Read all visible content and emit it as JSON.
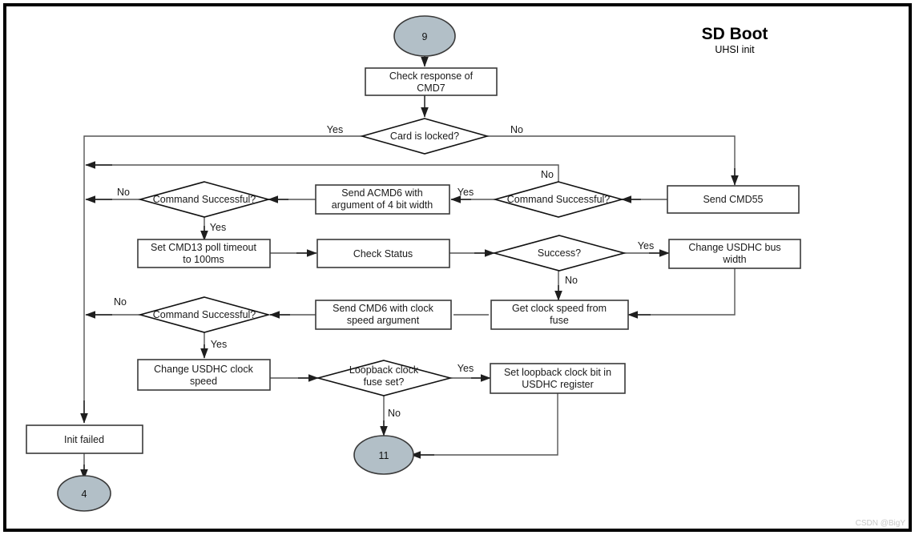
{
  "title": {
    "main": "SD Boot",
    "sub": "UHSI init"
  },
  "watermark": "CSDN @BigY",
  "colors": {
    "terminator_fill": "#b2bfc7",
    "node_stroke": "#3a3a3a",
    "edge": "#555555",
    "background": "#ffffff",
    "frame": "#000000"
  },
  "nodes": {
    "term_9": {
      "label": "9",
      "shape": "ellipse"
    },
    "check_response_cmd7": {
      "label_line1": "Check response of",
      "label_line2": "CMD7",
      "shape": "process"
    },
    "card_is_locked": {
      "label": "Card is locked?",
      "shape": "decision"
    },
    "send_cmd55": {
      "label": "Send CMD55",
      "shape": "process"
    },
    "cmd_success_1": {
      "label": "Command Successful?",
      "shape": "decision"
    },
    "send_acmd6": {
      "label_line1": "Send ACMD6 with",
      "label_line2": "argument of 4 bit width",
      "shape": "process"
    },
    "cmd_success_2": {
      "label": "Command Successful?",
      "shape": "decision"
    },
    "set_cmd13_timeout": {
      "label_line1": "Set CMD13 poll timeout",
      "label_line2": "to 100ms",
      "shape": "process"
    },
    "check_status": {
      "label": "Check Status",
      "shape": "process"
    },
    "success": {
      "label": "Success?",
      "shape": "decision"
    },
    "change_bus_width": {
      "label_line1": "Change USDHC bus",
      "label_line2": "width",
      "shape": "process"
    },
    "get_clock_speed": {
      "label_line1": "Get clock speed from",
      "label_line2": "fuse",
      "shape": "process"
    },
    "send_cmd6": {
      "label_line1": "Send CMD6 with clock",
      "label_line2": "speed argument",
      "shape": "process"
    },
    "cmd_success_3": {
      "label": "Command Successful?",
      "shape": "decision"
    },
    "change_clock_speed": {
      "label_line1": "Change USDHC clock",
      "label_line2": "speed",
      "shape": "process"
    },
    "loopback_fuse": {
      "label_line1": "Loopback clock",
      "label_line2": "fuse set?",
      "shape": "decision"
    },
    "set_loopback_bit": {
      "label_line1": "Set loopback clock bit in",
      "label_line2": "USDHC register",
      "shape": "process"
    },
    "init_failed": {
      "label": "Init failed",
      "shape": "process"
    },
    "term_11": {
      "label": "11",
      "shape": "ellipse"
    },
    "term_4": {
      "label": "4",
      "shape": "ellipse"
    }
  },
  "edge_labels": {
    "locked_yes": "Yes",
    "locked_no": "No",
    "success1_no": "No",
    "success1_yes": "Yes",
    "success2_yes": "Yes",
    "success2_no": "No",
    "success_yes": "Yes",
    "success_no": "No",
    "success3_no": "No",
    "success3_yes": "Yes",
    "loopback_yes": "Yes",
    "loopback_no": "No"
  }
}
